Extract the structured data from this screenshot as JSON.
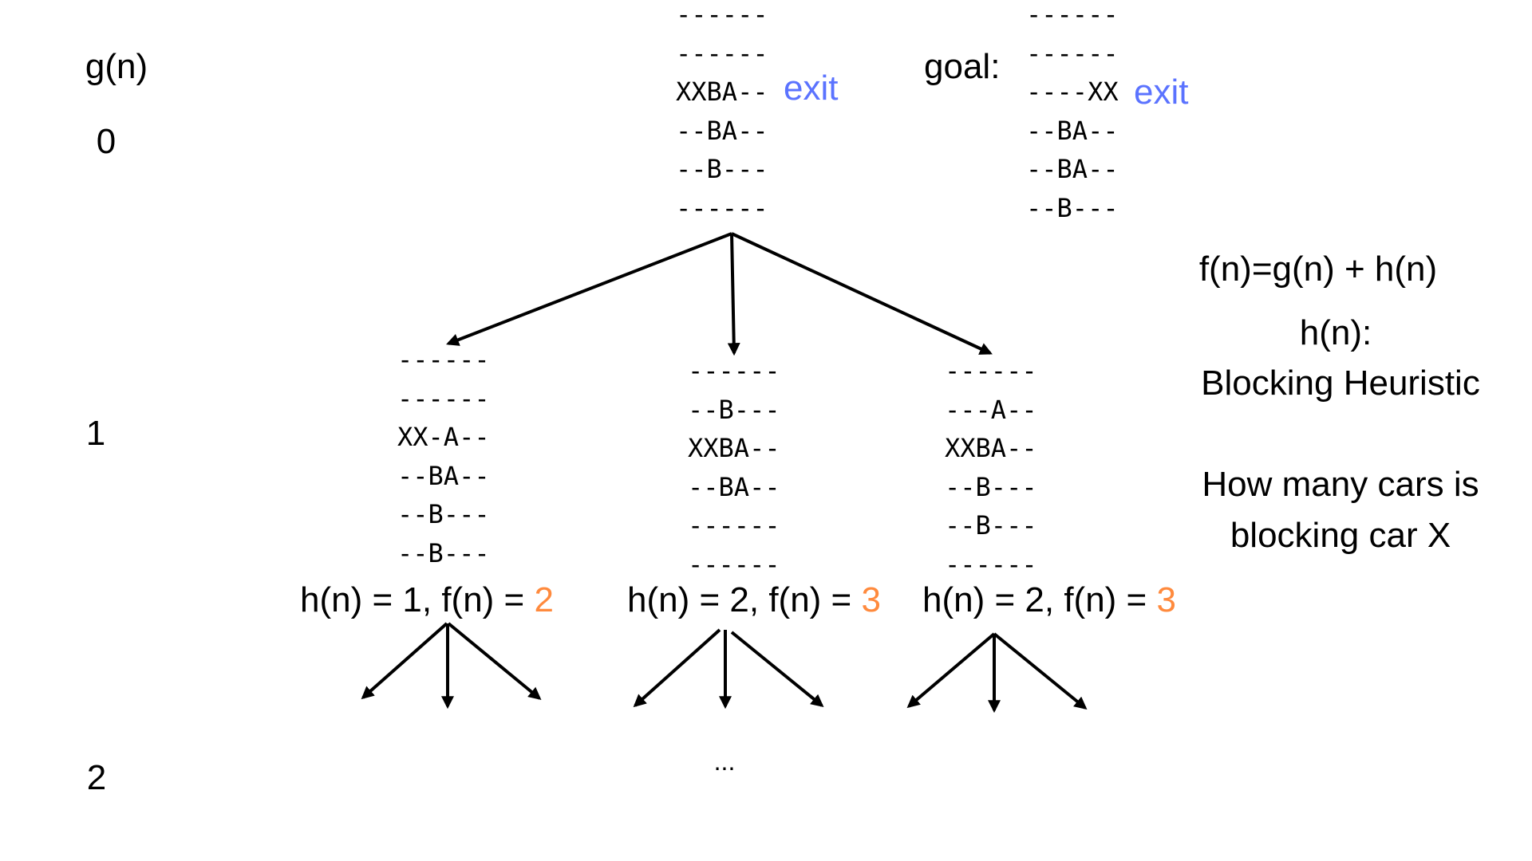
{
  "levels": {
    "header": "g(n)",
    "depths": [
      "0",
      "1",
      "2"
    ]
  },
  "root": {
    "rows": [
      "------",
      "------",
      "XXBA--",
      "--BA--",
      "--B---",
      "------"
    ],
    "exit_label": "exit"
  },
  "goal": {
    "label": "goal:",
    "rows": [
      "------",
      "------",
      "----XX",
      "--BA--",
      "--BA--",
      "--B---"
    ],
    "exit_label": "exit"
  },
  "formula": "f(n)=g(n) + h(n)",
  "heuristic": {
    "title": "h(n):",
    "name": "Blocking Heuristic",
    "description_line1": "How many cars is",
    "description_line2": "blocking car X"
  },
  "children": [
    {
      "rows": [
        "------",
        "------",
        "XX-A--",
        "--BA--",
        "--B---",
        "--B---"
      ],
      "label": "h(n) = 1, f(n) = ",
      "f_value": "2"
    },
    {
      "rows": [
        "------",
        "--B---",
        "XXBA--",
        "--BA--",
        "------",
        "------"
      ],
      "label": "h(n) = 2, f(n) = ",
      "f_value": "3"
    },
    {
      "rows": [
        "------",
        "---A--",
        "XXBA--",
        "--B---",
        "--B---",
        "------"
      ],
      "label": "h(n) = 2, f(n) = ",
      "f_value": "3"
    }
  ],
  "ellipsis": "...",
  "colors": {
    "exit": "#5b73ff",
    "f_value": "#ff8a3d",
    "arrow": "#000000"
  }
}
